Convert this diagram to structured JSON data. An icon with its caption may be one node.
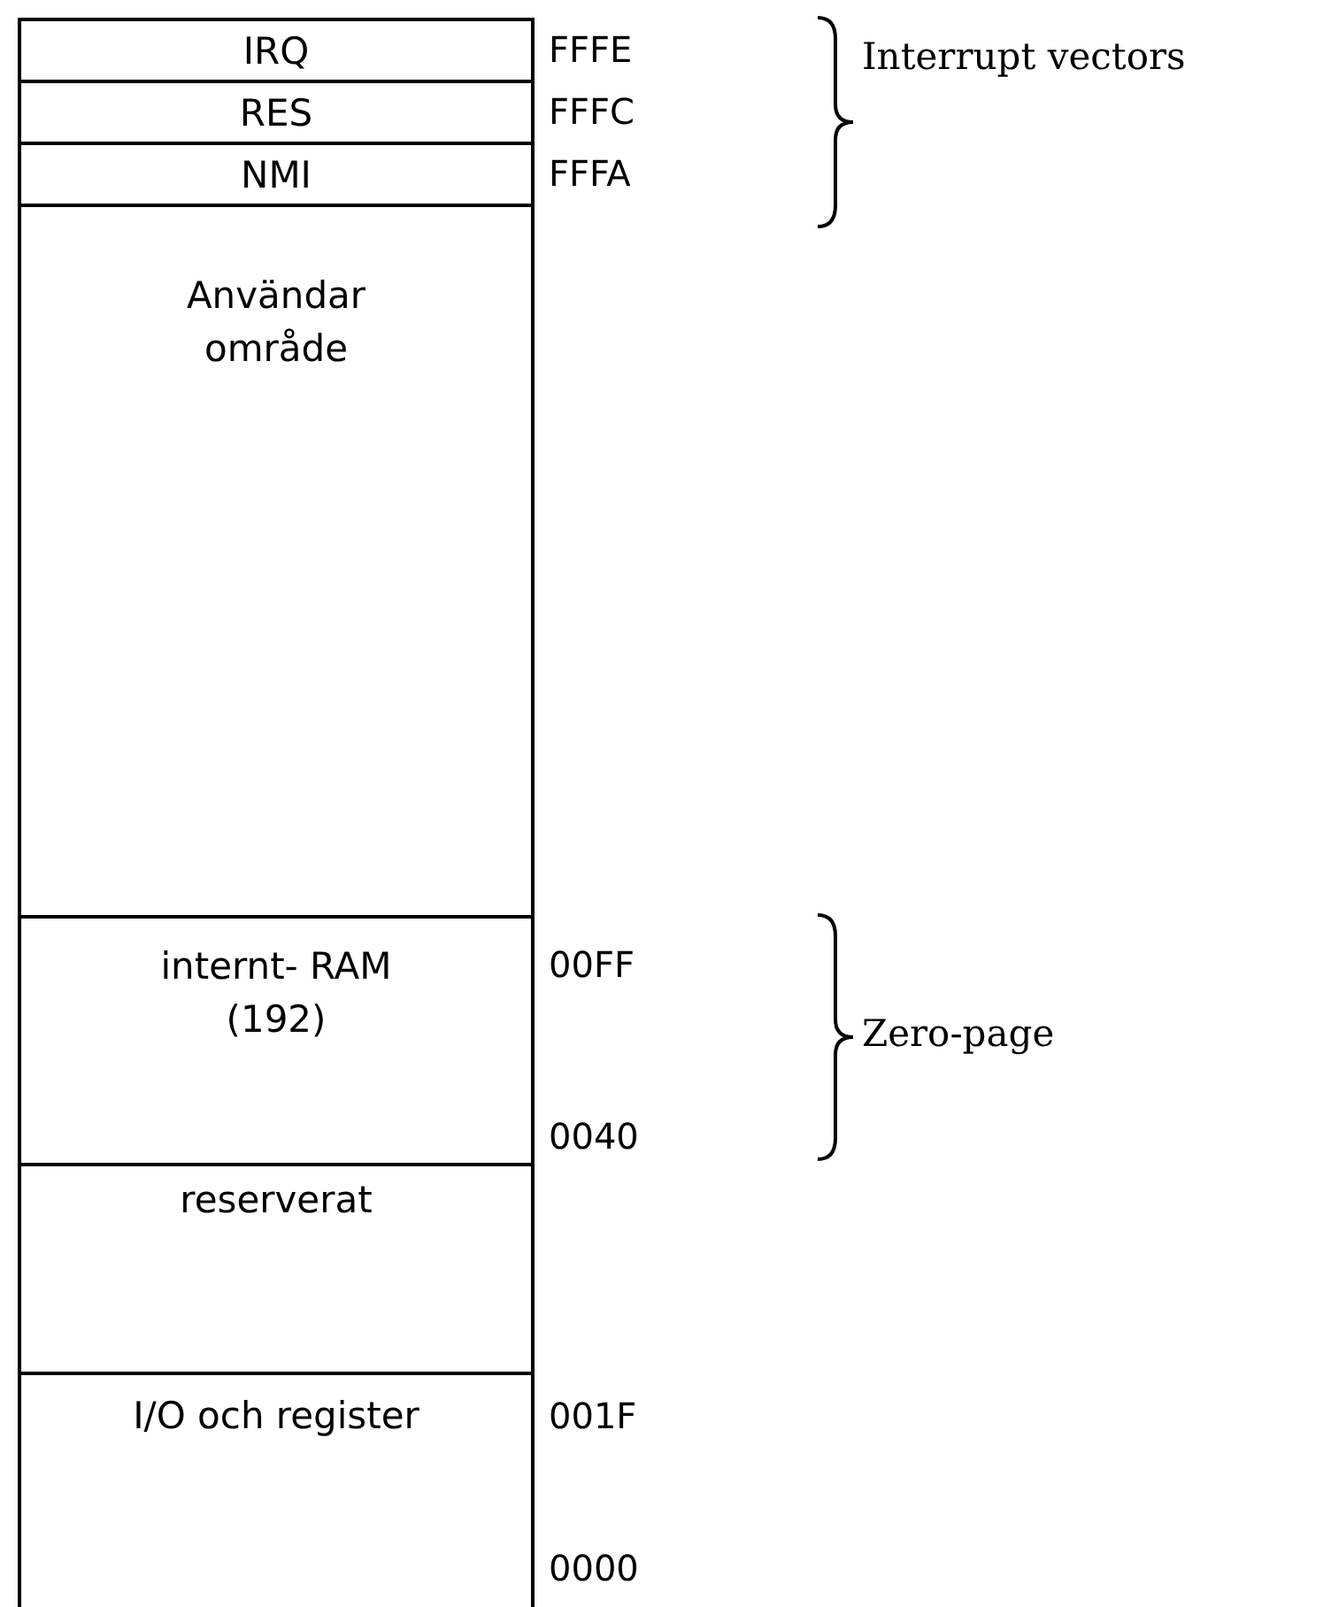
{
  "diagram": {
    "nodes": [
      {
        "text": [
          "IRQ"
        ]
      },
      {
        "text": [
          "RES"
        ]
      },
      {
        "text": [
          "NMI"
        ]
      },
      {
        "text": [
          "Användar område"
        ]
      },
      {
        "text": [
          "internt- RAM (192)"
        ]
      },
      {
        "text": [
          "reserverat"
        ]
      },
      {
        "text": [
          "I/O och register"
        ]
      }
    ],
    "labels": [
      "FFFE",
      "Interrupt vectors",
      "FFFC",
      "FFFA",
      "00FF",
      "Zero-page",
      "0040",
      "001F",
      "0000"
    ]
  }
}
